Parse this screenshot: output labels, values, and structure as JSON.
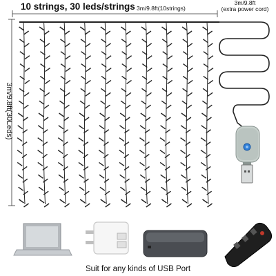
{
  "header": {
    "title": "10 strings, 30 leds/strings",
    "width_dimension": "3m/9.8ft(10strings)"
  },
  "power_cord": {
    "label_line1": "3m/9.8ft",
    "label_line2": "(extra power cord)"
  },
  "height_dimension": "3m/9.8ft(30Leds)",
  "footer": {
    "caption": "Suit for any kinds of USB Port"
  },
  "product": {
    "string_count": 10,
    "leds_per_string": 30
  },
  "devices": [
    {
      "name": "laptop-icon"
    },
    {
      "name": "wall-charger-icon"
    },
    {
      "name": "power-bank-icon"
    },
    {
      "name": "power-strip-icon"
    }
  ],
  "colors": {
    "wire": "#222222",
    "usb_button": "#2f7fd8",
    "controller_body": "#b9c4c0"
  }
}
